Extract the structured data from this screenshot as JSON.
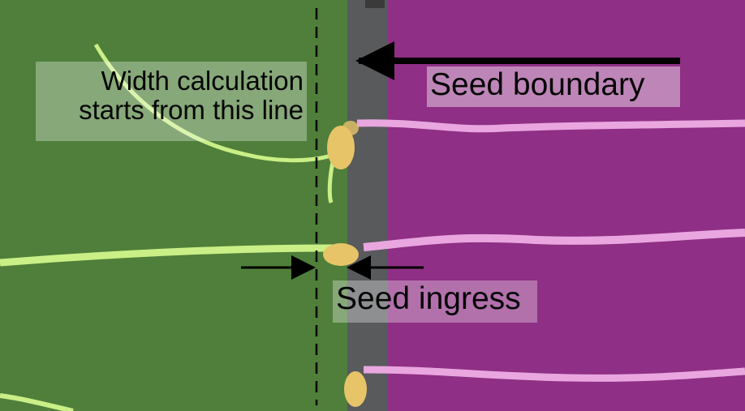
{
  "labels": {
    "width_line_1": "Width calculation",
    "width_line_2": "starts from this line",
    "seed_boundary": "Seed boundary",
    "seed_ingress": "Seed ingress"
  },
  "colors": {
    "green_region": "#4f7f3a",
    "gray_strip": "#585a5c",
    "purple_region": "#8f2f85",
    "root_pink": "#e9a6df",
    "shoot_green": "#c9ef86",
    "seed_yellow": "#e7c468",
    "annotation": "#000000"
  }
}
